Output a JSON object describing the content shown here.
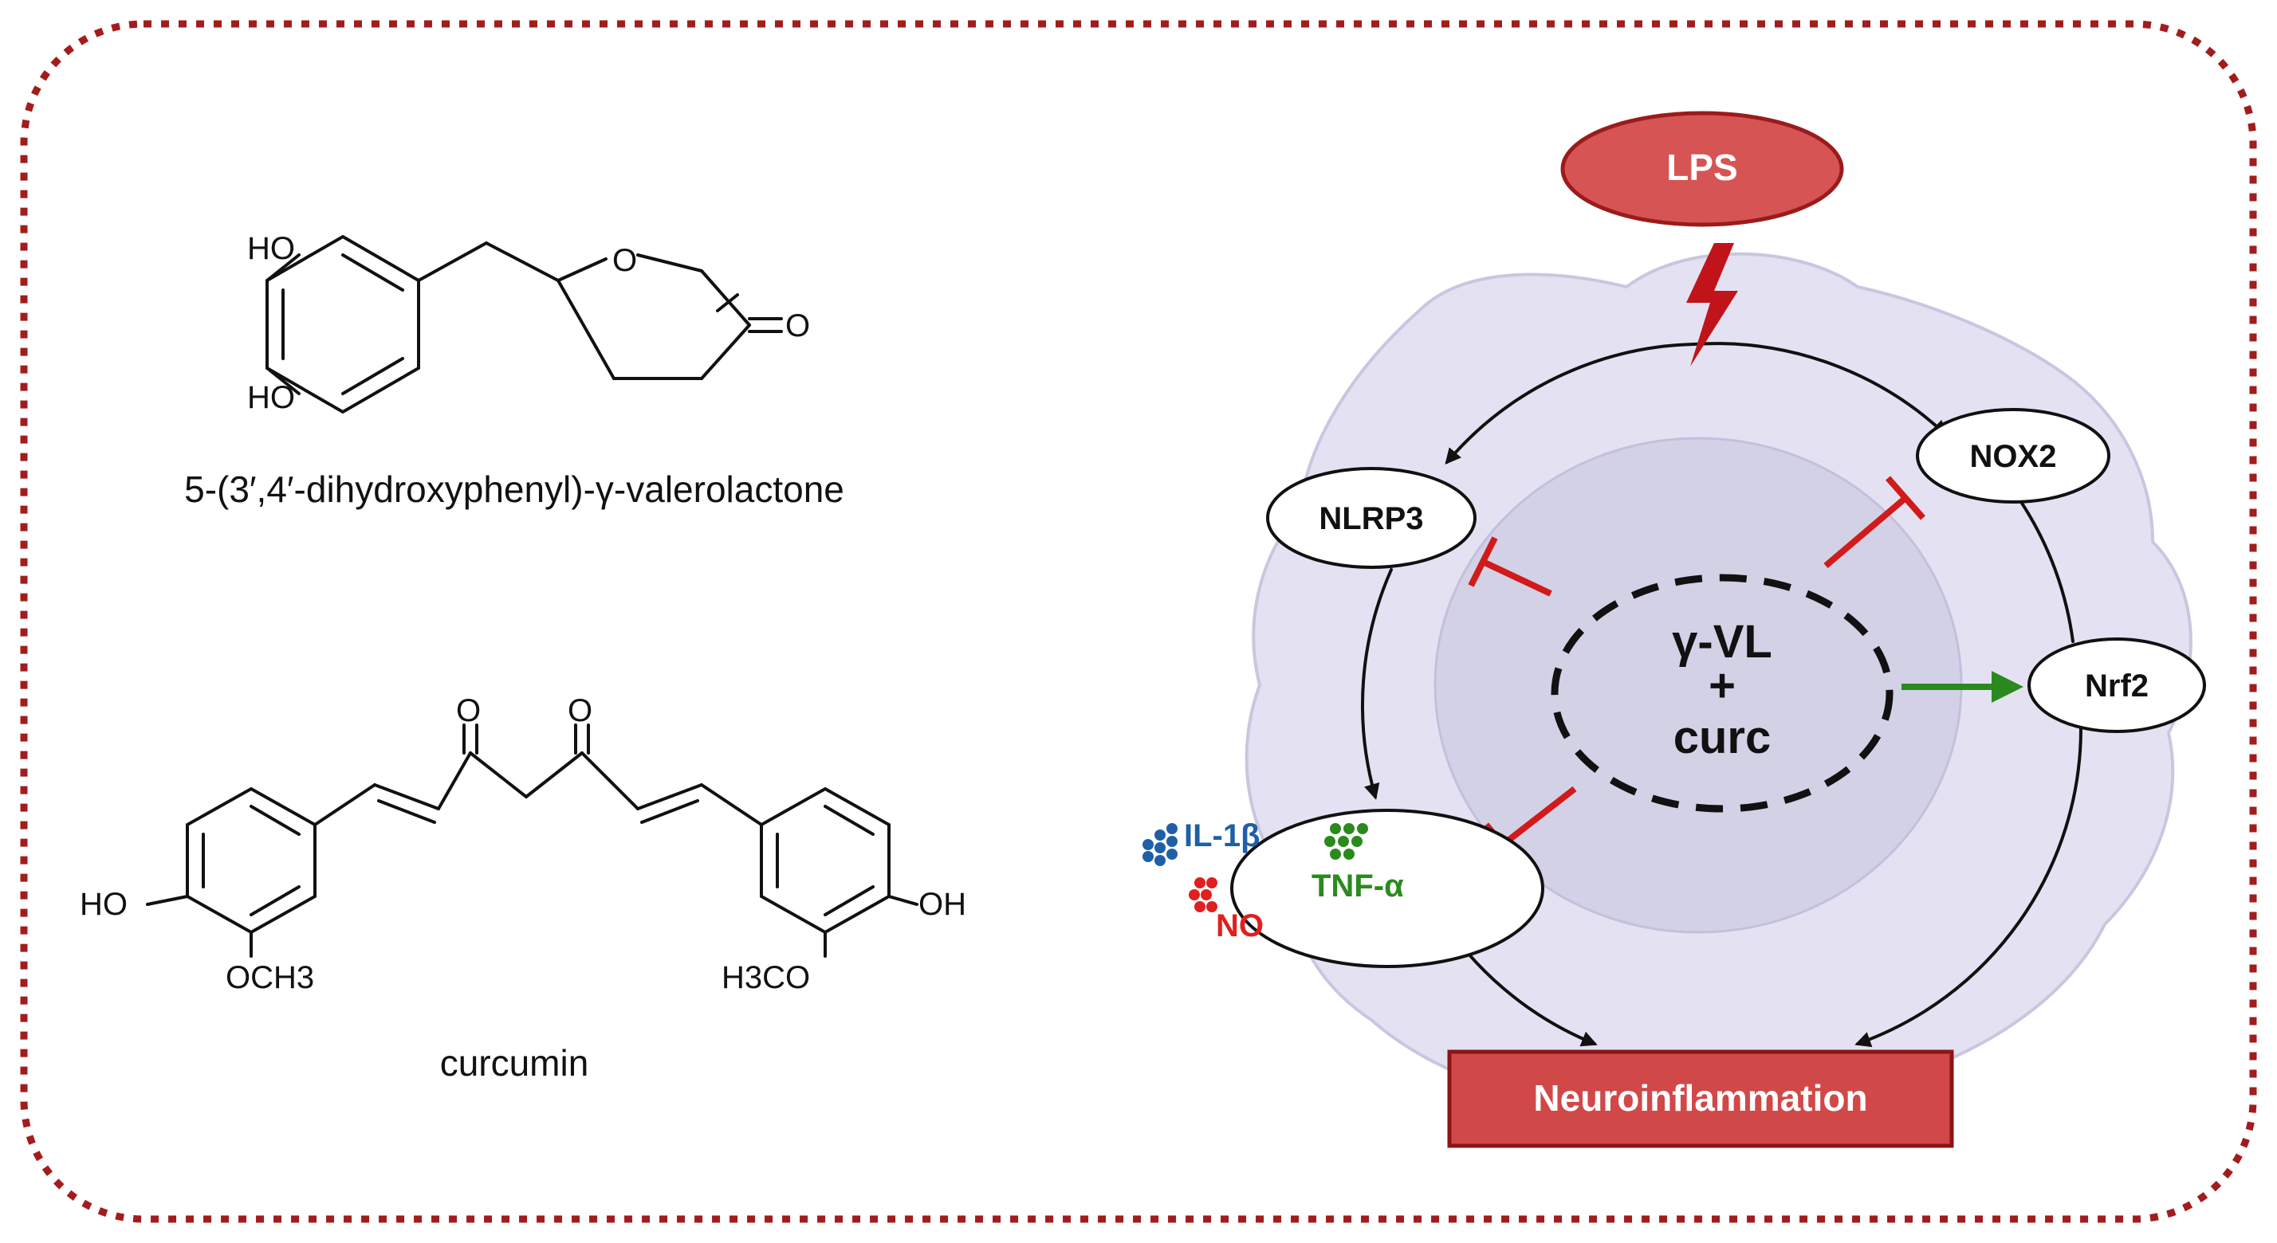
{
  "colors": {
    "border": "#a31c1c",
    "lps_fill": "#d65454",
    "lps_stroke": "#9b1b1b",
    "inhibit": "#d11a1a",
    "activate": "#2a8a1e",
    "il1b": "#1f5fa8",
    "no": "#e01f1f",
    "tnfa": "#2a8a1e",
    "neuro_fill": "#d14848",
    "cell_fill": "#e4e2f2",
    "nucleus_fill": "#d3d1e6"
  },
  "molecule1": {
    "caption": "5-(3′,4′-dihydroxyphenyl)-γ-valerolactone",
    "atoms": {
      "ho_top": "HO",
      "ho_bottom": "HO",
      "ring_o": "O",
      "carbonyl_o": "O"
    }
  },
  "molecule2": {
    "caption": "curcumin",
    "atoms": {
      "ketone_o1": "O",
      "ketone_o2": "O",
      "ho_left": "HO",
      "och3_left": "OCH3",
      "oh_right": "OH",
      "h3co_right": "H3CO"
    }
  },
  "pathway": {
    "lps": "LPS",
    "nox2": "NOX2",
    "nlrp3": "NLRP3",
    "nrf2": "Nrf2",
    "center": {
      "line1": "γ-VL",
      "line2": "+",
      "line3": "curc"
    },
    "cytokines": {
      "il1b": "IL-1β",
      "tnfa": "TNF-α",
      "no": "NO"
    },
    "outcome": "Neuroinflammation"
  }
}
